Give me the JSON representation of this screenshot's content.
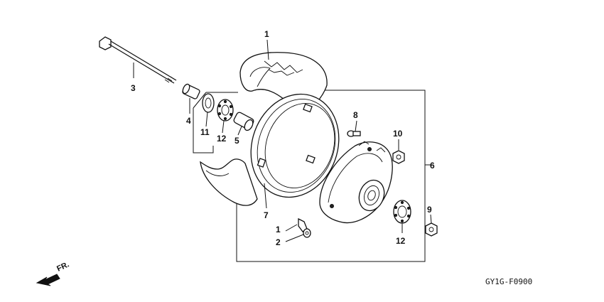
{
  "callouts": {
    "c1_top": "1",
    "c3": "3",
    "c4": "4",
    "c11": "11",
    "c12_left": "12",
    "c5": "5",
    "c7": "7",
    "c1_bottom": "1",
    "c2": "2",
    "c8": "8",
    "c10": "10",
    "c6": "6",
    "c9": "9",
    "c12_right": "12"
  },
  "direction_label": "FR.",
  "figure_code": "GY1G-F0900"
}
